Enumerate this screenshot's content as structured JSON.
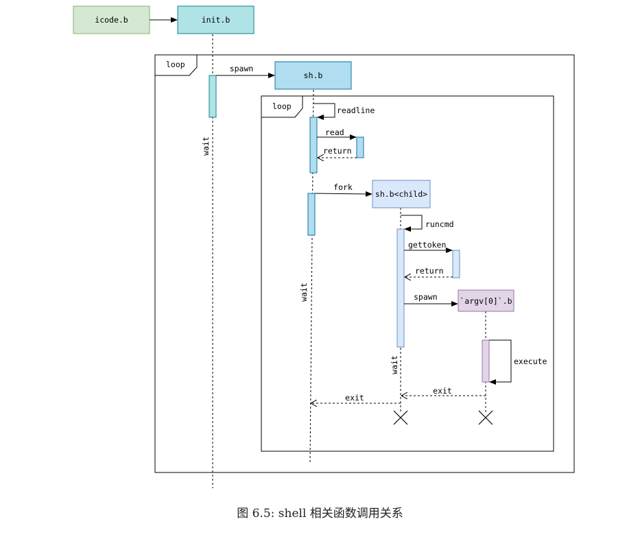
{
  "colors": {
    "green_fill": "#d5e8d4",
    "green_stroke": "#82b366",
    "cyan_fill": "#b0e3e6",
    "cyan_stroke": "#0e8088",
    "blue_fill": "#b1ddf0",
    "blue_stroke": "#10739e",
    "lightblue_fill": "#dae8fc",
    "lightblue_stroke": "#6c8ebf",
    "purple_fill": "#e1d5e7",
    "purple_stroke": "#9673a6"
  },
  "participants": {
    "icode": "icode.b",
    "init": "init.b",
    "sh": "sh.b",
    "child": "sh.b<child>",
    "argv": "`argv[0]`.b"
  },
  "frames": {
    "outer_loop": "loop",
    "inner_loop": "loop"
  },
  "messages": {
    "spawn_sh": "spawn",
    "readline": "readline",
    "read": "read",
    "read_return": "return",
    "fork": "fork",
    "runcmd": "runcmd",
    "gettoken": "gettoken",
    "gettoken_return": "return",
    "spawn_argv": "spawn",
    "execute": "execute",
    "exit_argv": "exit",
    "exit_child": "exit"
  },
  "waits": {
    "init_wait": "wait",
    "sh_wait": "wait",
    "child_wait": "wait"
  },
  "caption": "图 6.5: shell 相关函数调用关系"
}
